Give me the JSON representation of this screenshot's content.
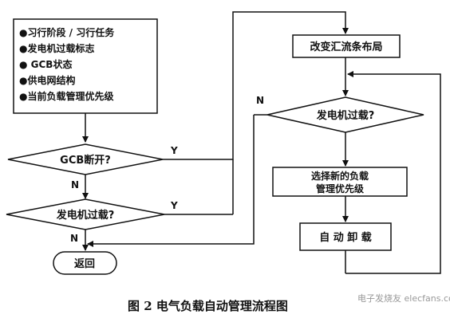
{
  "input_box": {
    "items": [
      "●习行阶段 / 习行任务",
      "●发电机过载标志",
      "● GCB状态",
      "●供电网结构",
      "●当前负载管理优先级"
    ]
  },
  "left_flow": {
    "decision1": "GCB断开?",
    "decision1_yes": "Y",
    "decision1_no": "N",
    "decision2": "发电机过载?",
    "decision2_yes": "Y",
    "decision2_no": "N",
    "return": "返回"
  },
  "right_flow": {
    "change_bus": "改变汇流条布局",
    "decision": "发电机过载?",
    "decision_no": "N",
    "select_priority_line1": "选择新的负载",
    "select_priority_line2": "管理优先级",
    "auto_unload": "自 动 卸 载"
  },
  "caption": "图 2   电气负载自动管理流程图",
  "watermark": "电子发烧友 elecfans.com"
}
